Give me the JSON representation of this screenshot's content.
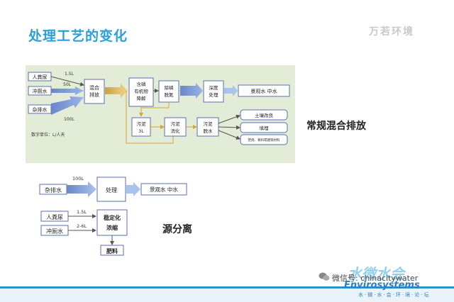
{
  "slide": {
    "title": "处理工艺的变化",
    "brand": "万若环境",
    "label_conventional": "常规混合排放",
    "label_source": "源分离"
  },
  "conventional": {
    "inputs": [
      {
        "label": "人粪尿",
        "volume": "1.5L"
      },
      {
        "label": "冲厕水",
        "volume": "50L"
      },
      {
        "label": "杂排水",
        "volume": "100L"
      }
    ],
    "mix_box": "混合\n排放",
    "organic_box": "含磷\n有机物\n降解",
    "phos_box": "除磷\n脱氮",
    "deep_box": "深度\n处理",
    "output_water": "景观水 中水",
    "sludge": "污泥\n3L",
    "digestion": "污泥\n消化",
    "dewater": "污泥\n脱水",
    "outputs": [
      "土壤改良",
      "填埋",
      "焚烧、骨料或建筑材料"
    ],
    "unit_note": "数字单位：L/人天"
  },
  "source": {
    "grey_input": "杂排水",
    "grey_volume": "100L",
    "treat_box": "处理",
    "output_water": "景观水 中水",
    "inputs": [
      {
        "label": "人粪尿",
        "volume": "1.5L"
      },
      {
        "label": "冲厕水",
        "volume": "2-6L"
      }
    ],
    "stabilize_box": "稳定化\n浓缩",
    "fertilizer": "肥料"
  },
  "footer": {
    "wechat": "微信号: chinacitywater",
    "logo_text": "水微水会",
    "enviro": "Envirosystems",
    "enviro_sub": "水·微·水·会·环·境·论·坛"
  }
}
